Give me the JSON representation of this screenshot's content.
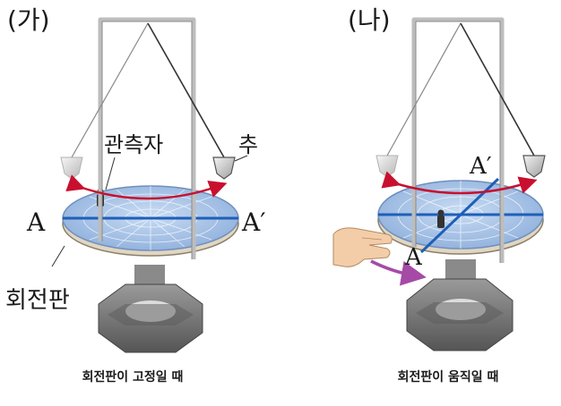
{
  "left_panel": {
    "label": "(가)",
    "observer_label": "관측자",
    "weight_label": "추",
    "point_a": "A",
    "point_a_prime": "A′",
    "turntable_label": "회전판",
    "caption": "회전판이 고정일 때"
  },
  "right_panel": {
    "label": "(나)",
    "point_a": "A",
    "point_a_prime": "A′",
    "caption": "회전판이 움직일 때"
  },
  "colors": {
    "disk_blue": "#9fbde2",
    "line_blue": "#1f5fb8",
    "arrow_red": "#c8102e",
    "arrow_purple": "#a64aa8",
    "frame_gray": "#c9c9c9",
    "stand_gray": "#7a7a7a"
  }
}
